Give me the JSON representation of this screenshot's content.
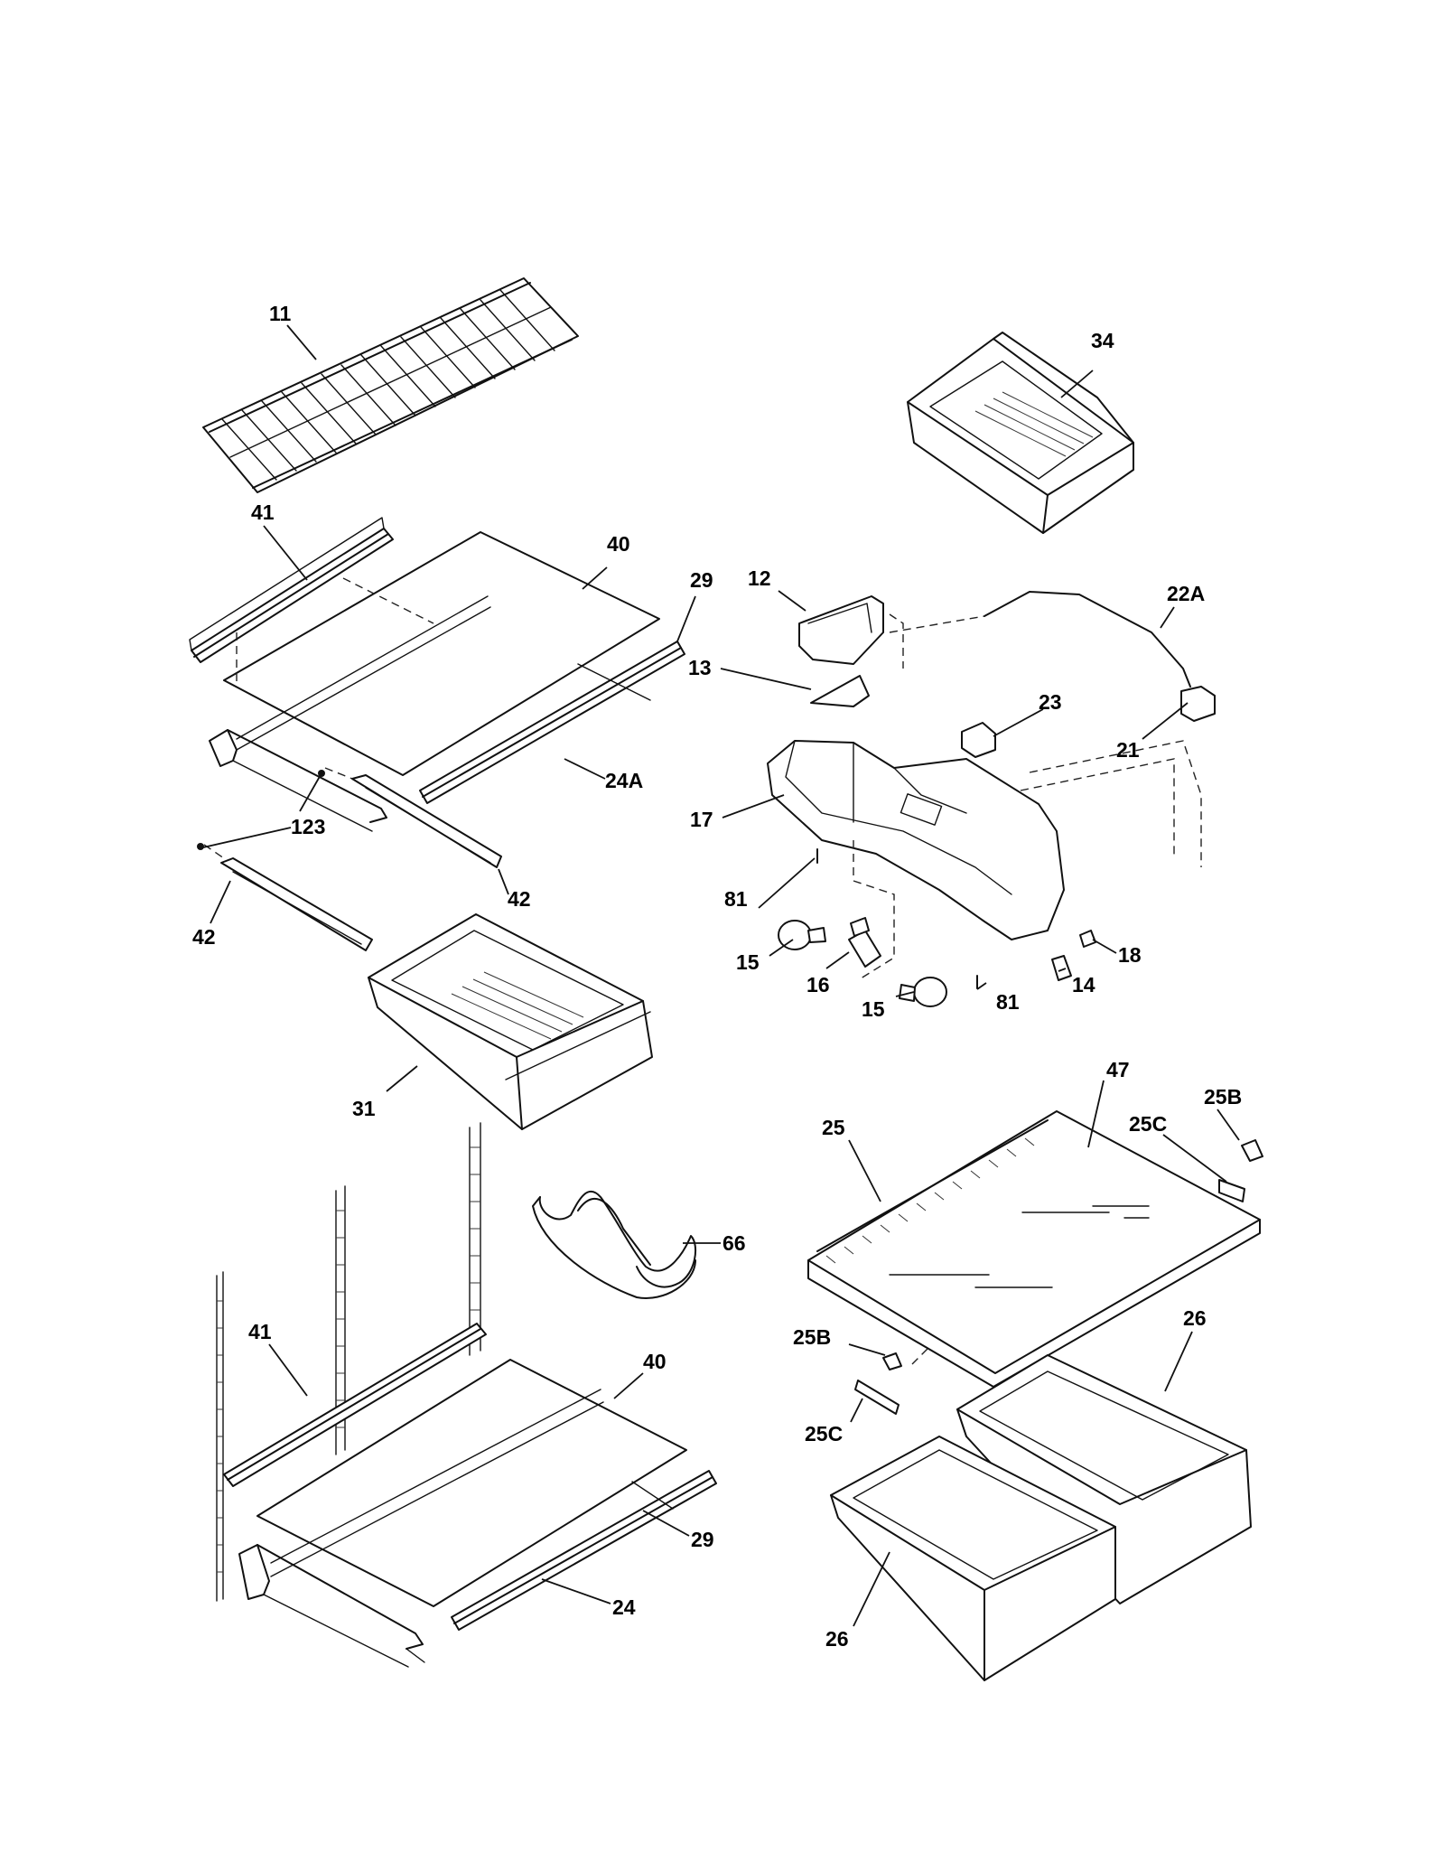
{
  "labels": {
    "p11": "11",
    "p34": "34",
    "p41a": "41",
    "p40a": "40",
    "p29a": "29",
    "p12": "12",
    "p22A": "22A",
    "p13": "13",
    "p23": "23",
    "p21": "21",
    "p24A": "24A",
    "p17": "17",
    "p123": "123",
    "p42a": "42",
    "p42b": "42",
    "p81a": "81",
    "p18": "18",
    "p15a": "15",
    "p16": "16",
    "p15b": "15",
    "p81b": "81",
    "p14": "14",
    "p31": "31",
    "p47": "47",
    "p25B": "25B",
    "p25": "25",
    "p25C": "25C",
    "p66": "66",
    "p41b": "41",
    "p40b": "40",
    "p25Bb": "25B",
    "p26a": "26",
    "p25Cb": "25C",
    "p29b": "29",
    "p24": "24",
    "p26b": "26"
  }
}
